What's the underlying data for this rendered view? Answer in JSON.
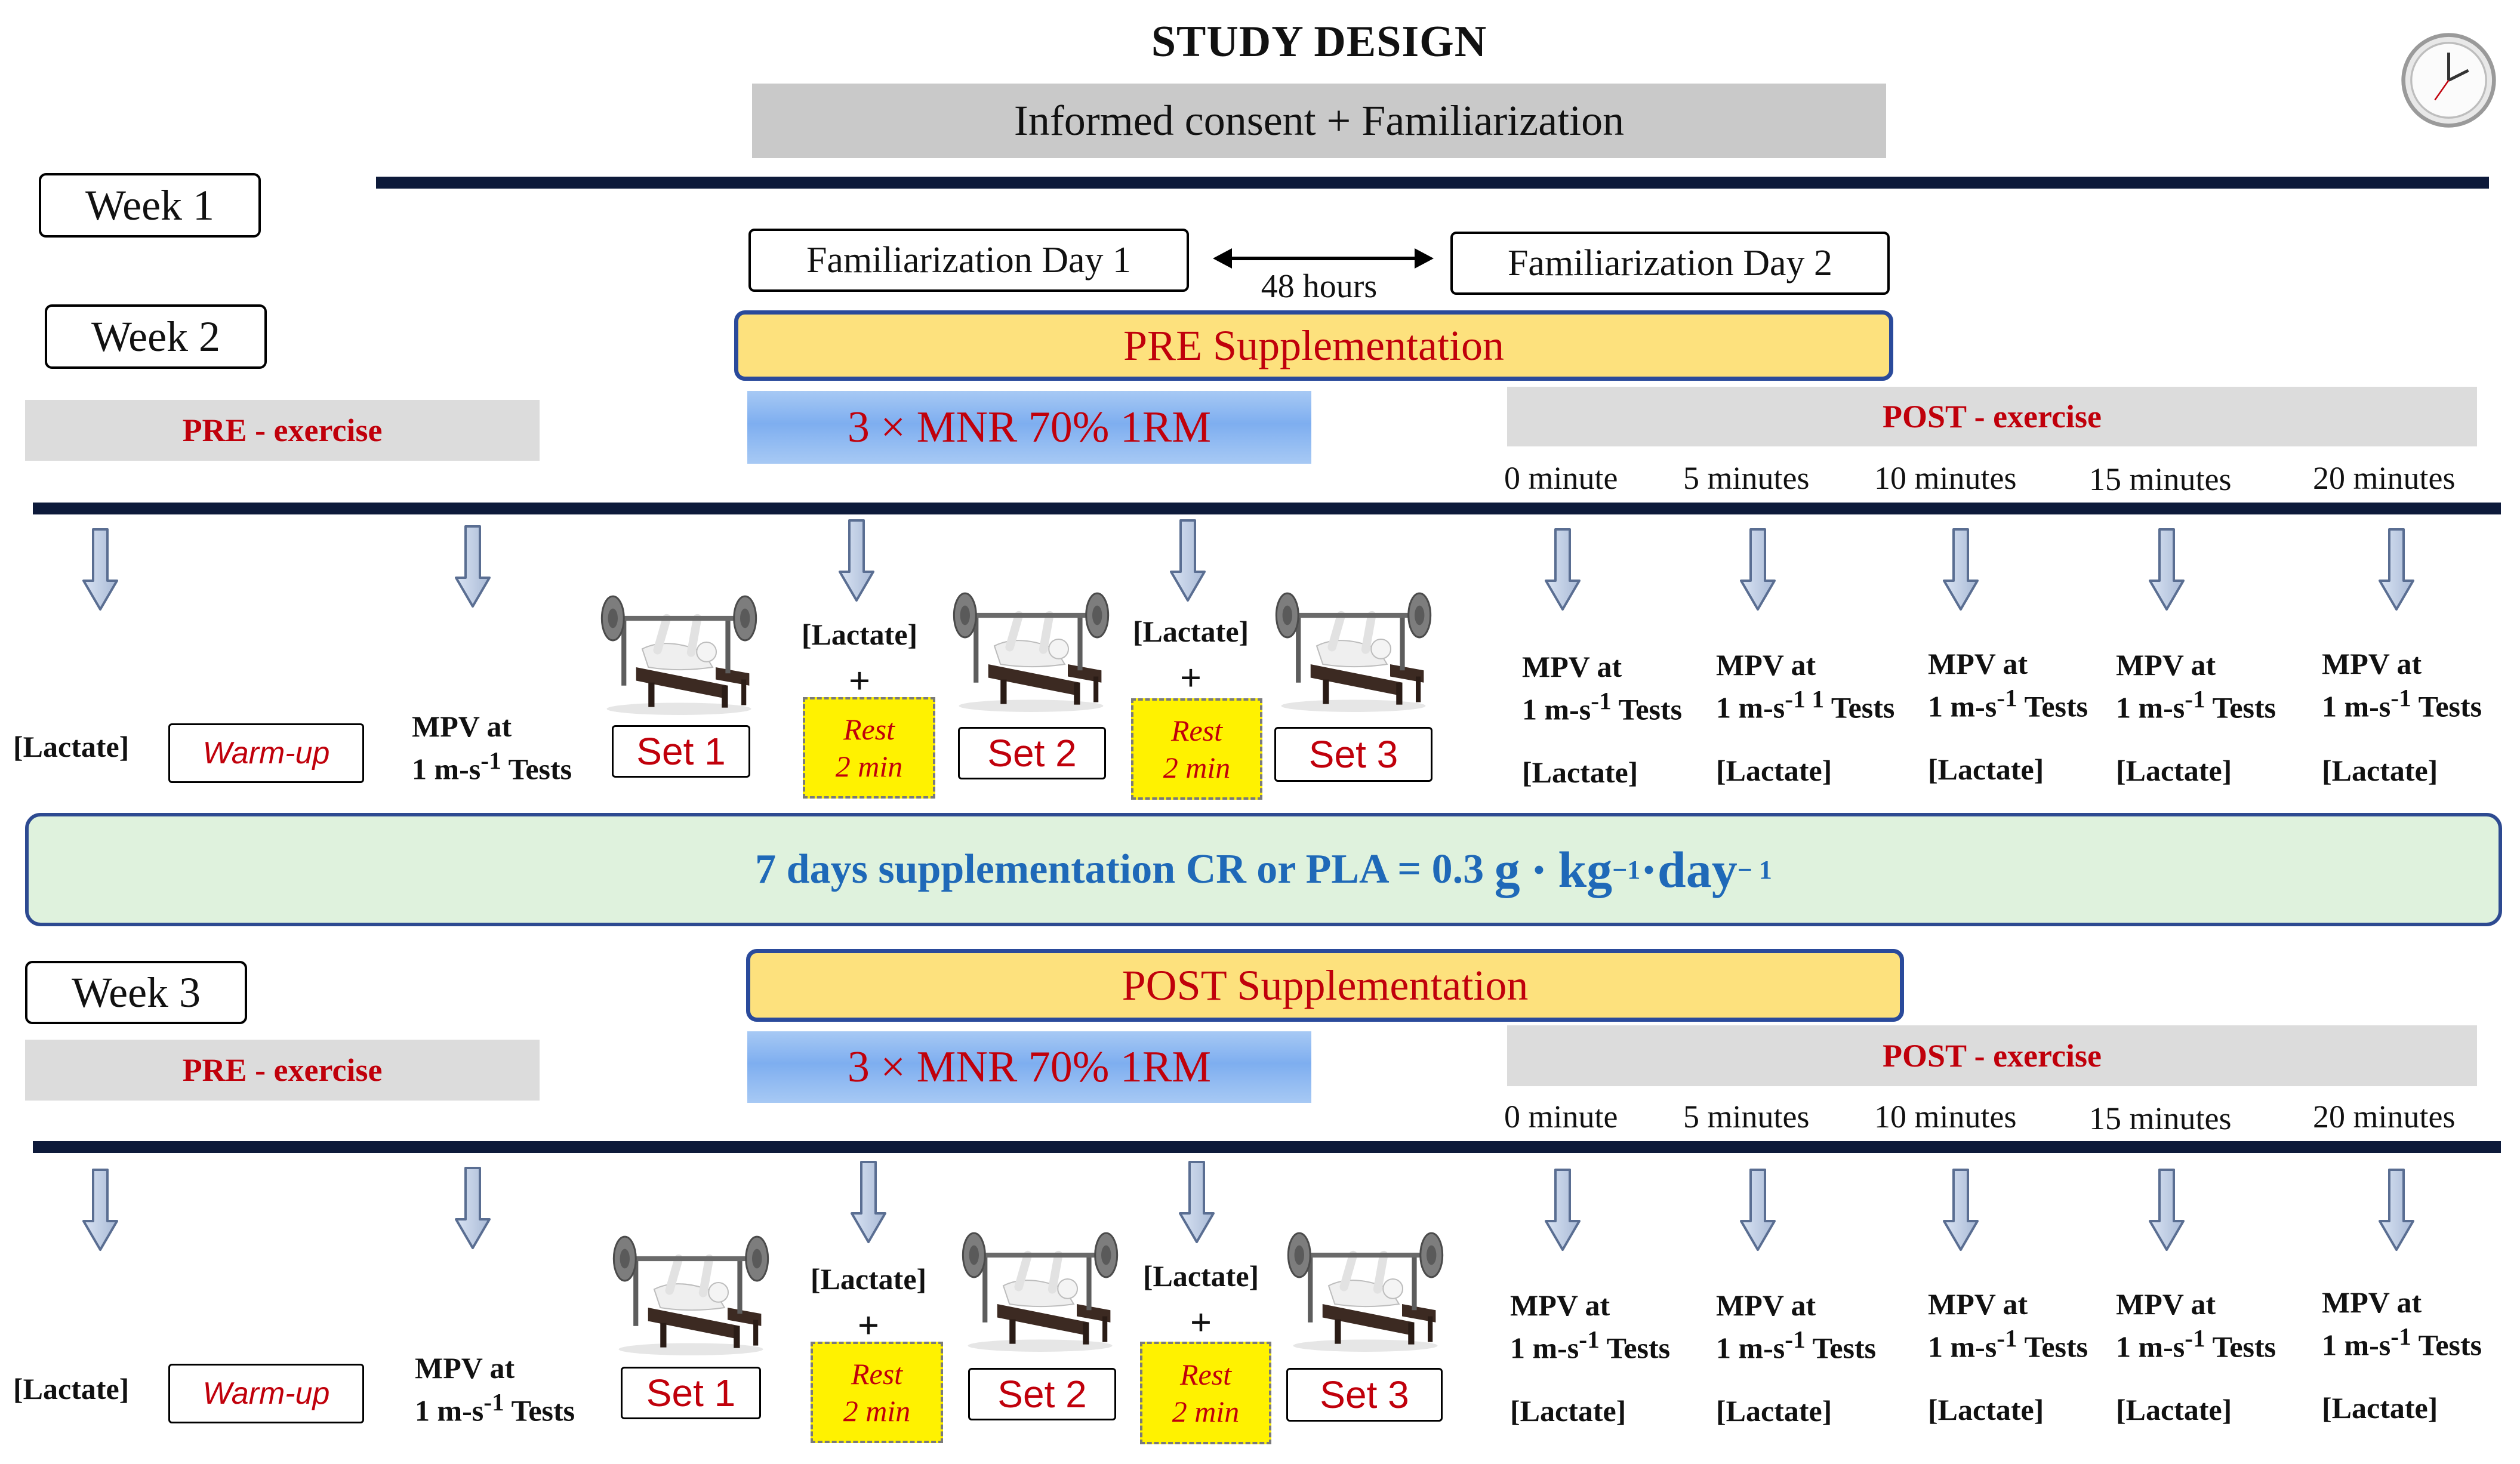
{
  "title": "STUDY DESIGN",
  "consent": "Informed consent + Familiarization",
  "clock_icon": "clock-icon",
  "week1": "Week 1",
  "week2": "Week 2",
  "week3": "Week 3",
  "familiarization": {
    "day1": "Familiarization Day 1",
    "day2": "Familiarization Day 2",
    "interval": "48 hours"
  },
  "pre_supplementation": "PRE Supplementation",
  "post_supplementation": "POST Supplementation",
  "pre_exercise": "PRE - exercise",
  "post_exercise": "POST - exercise",
  "protocol": "3 × MNR 70% 1RM",
  "post_times": [
    "0 minute",
    "5 minutes",
    "10 minutes",
    "15 minutes",
    "20 minutes"
  ],
  "lactate": "[Lactate]",
  "warmup": "Warm-up",
  "mpv_line1": "MPV at",
  "mpv_line2": "1 m-s",
  "mpv_exp": "-1",
  "mpv_exp_alt": "-1 1",
  "tests": "Tests",
  "sets": [
    "Set 1",
    "Set 2",
    "Set 3"
  ],
  "rest_line1": "Rest",
  "rest_line2": "2 min",
  "plus": "+",
  "banner": {
    "text": "7 days supplementation CR or PLA = 0.3",
    "unit_g": "g",
    "dot": "·",
    "unit_kg": "kg",
    "exp1": "−1",
    "dot2": "·",
    "unit_day": "day",
    "exp2": "− 1"
  },
  "colors": {
    "red": "#c0000b",
    "navy": "#0d1a3a",
    "blue_text": "#1f69b8",
    "supp_fill": "#fde17d",
    "rest_fill": "#fff200",
    "banner_fill": "#dff2dd"
  }
}
